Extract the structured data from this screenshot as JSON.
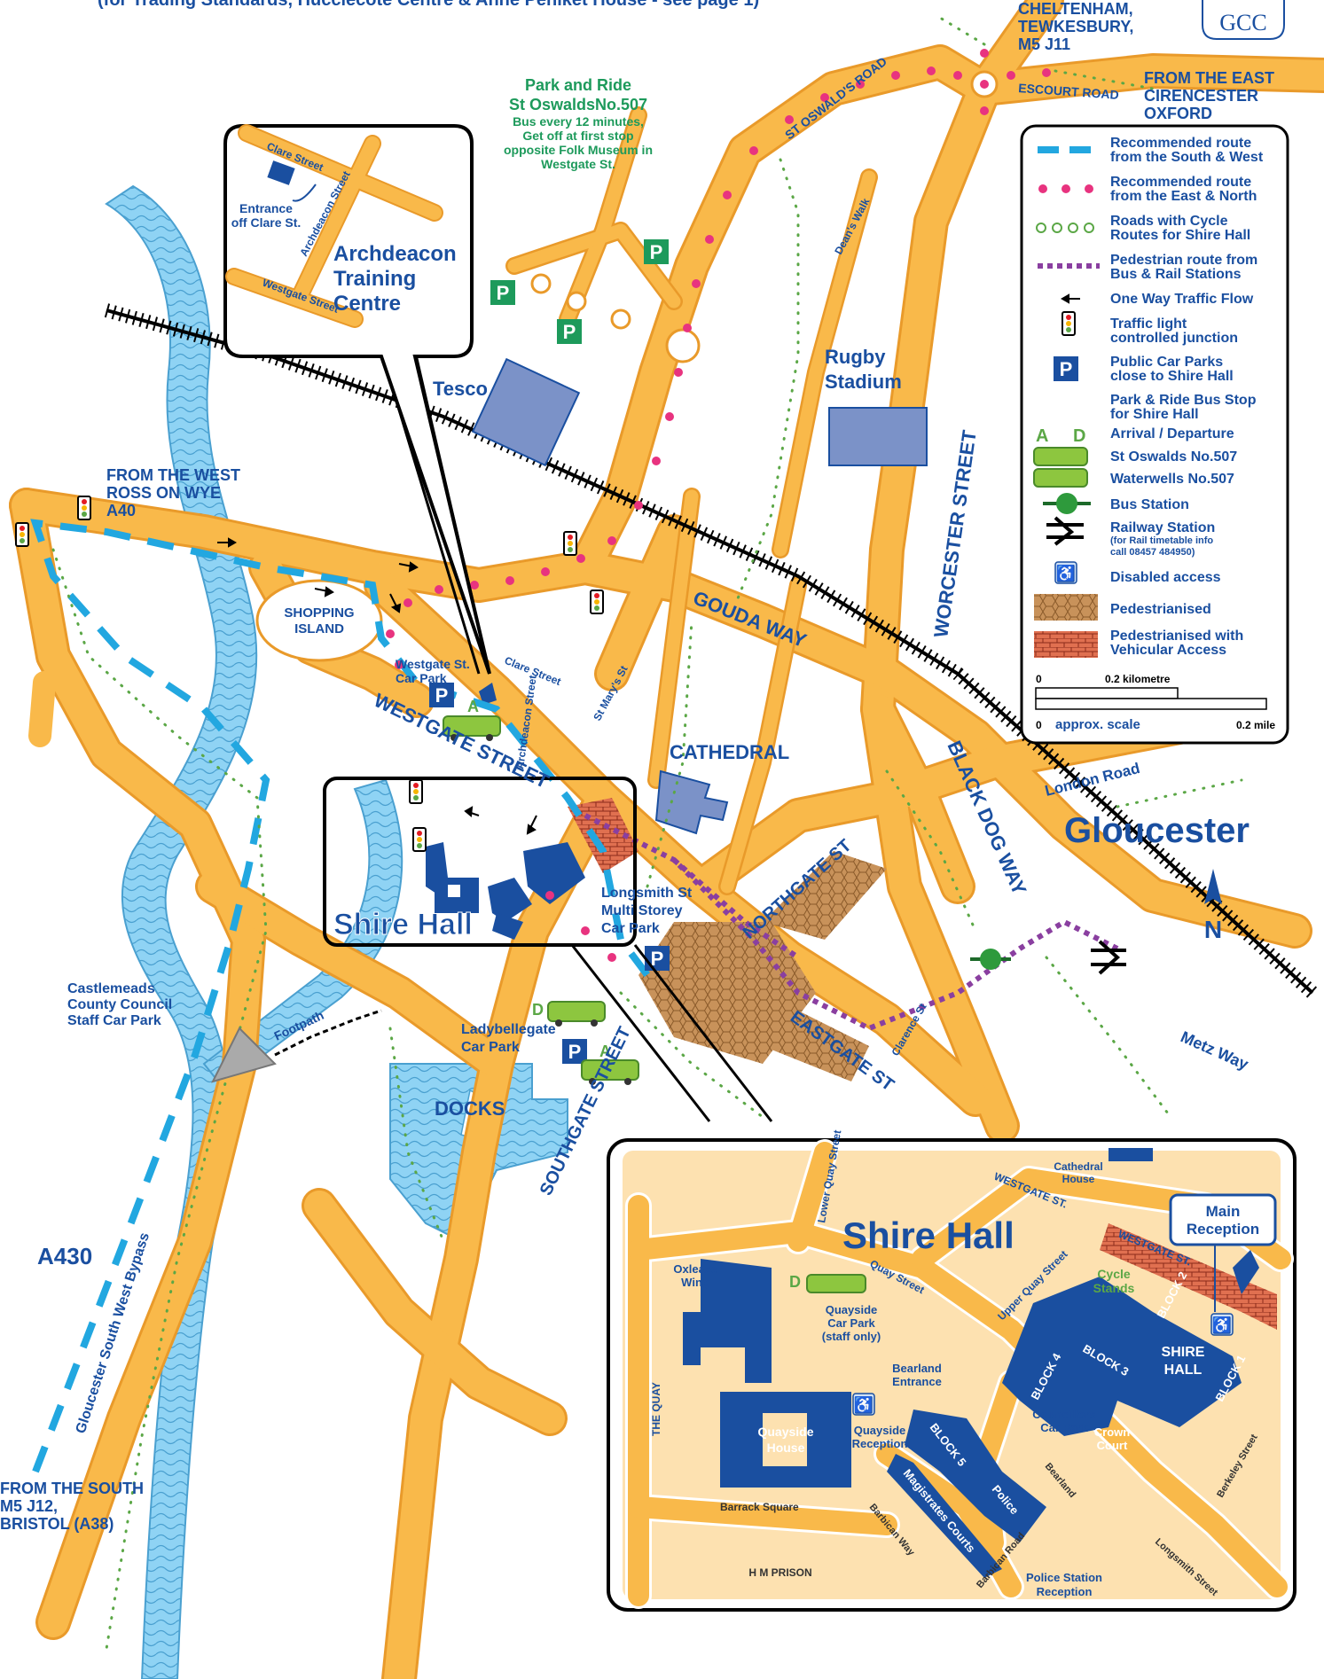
{
  "header": {
    "top_note": "(for Trading Standards, Hucclecote Centre & Anne Peniket House - see page 1)",
    "logo_text": "GCC"
  },
  "colors": {
    "road": "#f9b94a",
    "road_edge": "#e99a2a",
    "water": "#8fd3f4",
    "building": "#1a4fa0",
    "building_light": "#7b92c8",
    "route_south_west": "#22a7e0",
    "route_east_north": "#e8337f",
    "cycle": "#5ba746",
    "pedestrian": "#8a3fa0",
    "text_blue": "#1a4fa0",
    "text_green": "#1d9a5b",
    "inset_bg": "#fde1b0"
  },
  "legend": {
    "items": [
      {
        "label_1": "Recommended route",
        "label_2": "from the South & West"
      },
      {
        "label_1": "Recommended route",
        "label_2": "from the East & North"
      },
      {
        "label_1": "Roads with Cycle",
        "label_2": "Routes for Shire Hall"
      },
      {
        "label_1": "Pedestrian route from",
        "label_2": "Bus & Rail Stations"
      },
      {
        "label_1": "One Way Traffic Flow",
        "label_2": ""
      },
      {
        "label_1": "Traffic light",
        "label_2": "controlled junction"
      },
      {
        "label_1": "Public Car Parks",
        "label_2": "close to Shire Hall"
      },
      {
        "label_1": "Park & Ride Bus Stop",
        "label_2": "for Shire Hall"
      },
      {
        "label_1": "Arrival / Departure",
        "label_2": ""
      },
      {
        "label_1": "St Oswalds No.507",
        "label_2": ""
      },
      {
        "label_1": "Waterwells No.507",
        "label_2": ""
      },
      {
        "label_1": "Bus Station",
        "label_2": ""
      },
      {
        "label_1": "Railway Station",
        "label_2": "(for Rail timetable info",
        "label_3": "call 08457 484950)"
      },
      {
        "label_1": "Disabled access",
        "label_2": ""
      },
      {
        "label_1": "Pedestrianised",
        "label_2": ""
      },
      {
        "label_1": "Pedestrianised with",
        "label_2": "Vehicular Access"
      }
    ],
    "arrival": "A",
    "departure": "D",
    "parking_letter": "P",
    "scale_km": "0.2 kilometre",
    "scale_zero_1": "0",
    "scale_zero_2": "0",
    "scale_note": "approx. scale",
    "scale_mile": "0.2 mile"
  },
  "labels": {
    "cheltenham": "CHELTENHAM,",
    "tewkesbury": "TEWKESBURY,",
    "m5j11": "M5 J11",
    "from_east": "FROM THE EAST",
    "cirencester": "CIRENCESTER",
    "oxford": "OXFORD",
    "park_ride_1": "Park and Ride",
    "park_ride_2": "St OswaldsNo.507",
    "park_ride_3": "Bus every 12 minutes,",
    "park_ride_4": "Get off at first stop",
    "park_ride_5": "opposite Folk Museum in",
    "park_ride_6": "Westgate St.",
    "from_west": "FROM THE WEST",
    "ross": "ROSS ON WYE",
    "a40": "A40",
    "tesco": "Tesco",
    "rugby_1": "Rugby",
    "rugby_2": "Stadium",
    "shopping_1": "SHOPPING",
    "shopping_2": "ISLAND",
    "westgate_car_1": "Westgate St.",
    "westgate_car_2": "Car Park",
    "cathedral": "CATHEDRAL",
    "gloucester": "Gloucester",
    "north": "N",
    "shire_hall": "Shire Hall",
    "longsmith_1": "Longsmith St",
    "longsmith_2": "Multi Storey",
    "longsmith_3": "Car Park",
    "castlemeads_1": "Castlemeads",
    "castlemeads_2": "County Council",
    "castlemeads_3": "Staff Car Park",
    "footpath": "Footpath",
    "ladybellegate_1": "Ladybellegate",
    "ladybellegate_2": "Car Park",
    "docks": "DOCKS",
    "a430": "A430",
    "bypass": "Gloucester South West Bypass",
    "from_south": "FROM THE SOUTH",
    "m5j12": "M5 J12,",
    "bristol": "BRISTOL (A38)",
    "st_oswalds_road": "ST OSWALD'S ROAD",
    "escourt_road": "ESCOURT ROAD",
    "deans_walk": "Dean's Walk",
    "worcester_street": "WORCESTER STREET",
    "gouda_way": "GOUDA WAY",
    "black_dog_way": "BLACK DOG WAY",
    "london_road": "London Road",
    "westgate_street": "WESTGATE STREET",
    "northgate_st": "NORTHGATE ST",
    "eastgate_st": "EASTGATE ST",
    "southgate_street": "SOUTHGATE STREET",
    "metz_way": "Metz Way",
    "clarence_st": "Clarence St",
    "st_marys_st": "St Mary's St",
    "clare_street": "Clare Street",
    "archdeacon_street": "Archdeacon Street"
  },
  "inset_top": {
    "clare_street": "Clare Street",
    "archdeacon_street": "Archdeacon Street",
    "westgate_street": "Westgate Street",
    "entrance_1": "Entrance",
    "entrance_2": "off Clare St.",
    "title_1": "Archdeacon",
    "title_2": "Training",
    "title_3": "Centre"
  },
  "inset_bottom": {
    "title": "Shire Hall",
    "main_reception_1": "Main",
    "main_reception_2": "Reception",
    "cathedral_house_1": "Cathedral",
    "cathedral_house_2": "House",
    "westgate_st_1": "WESTGATE ST.",
    "westgate_st_2": "WESTGATE ST.",
    "lower_quay_street": "Lower Quay Street",
    "quay_street": "Quay Street",
    "upper_quay_street": "Upper Quay Street",
    "cycle_stands_1": "Cycle",
    "cycle_stands_2": "Stands",
    "oxleaze_1": "Oxleaze",
    "oxleaze_2": "Wing",
    "quayside_cp_1": "Quayside",
    "quayside_cp_2": "Car Park",
    "quayside_cp_3": "(staff only)",
    "the_quay": "THE QUAY",
    "bearland_entrance_1": "Bearland",
    "bearland_entrance_2": "Entrance",
    "quayside_house_1": "Quayside",
    "quayside_house_2": "House",
    "quayside_reception_1": "Quayside",
    "quayside_reception_2": "Reception",
    "block_1": "BLOCK 1",
    "block_2": "BLOCK 2",
    "block_3": "BLOCK 3",
    "block_4": "BLOCK 4",
    "block_5": "BLOCK 5",
    "shire_hall_1": "SHIRE",
    "shire_hall_2": "HALL",
    "councillors_1": "Councillors",
    "councillors_2": "Car Park",
    "crown_court_1": "Crown",
    "crown_court_2": "Court",
    "police": "Police",
    "magistrates": "Magistrates Courts",
    "barrack_square": "Barrack Square",
    "barbican_way": "Barbican Way",
    "barbican_road": "Barbican Road",
    "bearland": "Bearland",
    "longsmith_street": "Longsmith Street",
    "berkeley_street": "Berkeley Street",
    "hm_prison": "H M PRISON",
    "police_station_1": "Police Station",
    "police_station_2": "Reception",
    "departure": "D"
  }
}
